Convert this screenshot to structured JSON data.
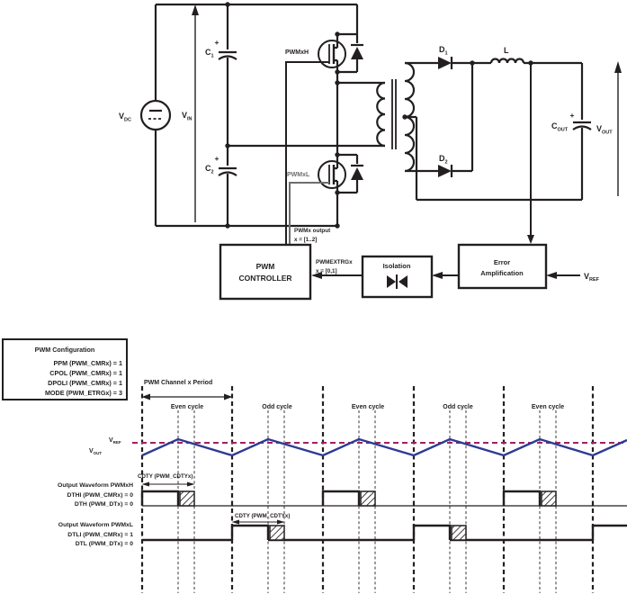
{
  "circuit": {
    "source": {
      "main": "V",
      "sub": "DC"
    },
    "vin": {
      "main": "V",
      "sub": "IN"
    },
    "c1": {
      "main": "C",
      "sub": "1",
      "plus": "+"
    },
    "c2": {
      "main": "C",
      "sub": "2",
      "plus": "+"
    },
    "mosfet_high_label": "PWMxH",
    "mosfet_low_label": "PWMxL",
    "d1": {
      "main": "D",
      "sub": "1"
    },
    "d2": {
      "main": "D",
      "sub": "2"
    },
    "inductor_label": "L",
    "cout": {
      "main": "C",
      "sub": "OUT",
      "plus": "+"
    },
    "vout": {
      "main": "V",
      "sub": "OUT"
    },
    "pwm_output_label": {
      "line1": "PWMx output",
      "line2": "x = [1..2]"
    },
    "controller": {
      "line1": "PWM",
      "line2": "CONTROLLER"
    },
    "ext_trigger_label": {
      "line1": "PWMEXTRGx",
      "line2": "x = [0,1]"
    },
    "isolation_label": "Isolation",
    "error_amp": {
      "line1": "Error",
      "line2": "Amplification"
    },
    "vref_right": {
      "main": "V",
      "sub": "REF"
    }
  },
  "config_box": {
    "title": "PWM Configuration",
    "lines": [
      "PPM (PWM_CMRx) = 1",
      "CPOL (PWM_CMRx) = 1",
      "DPOLI (PWM_CMRx) = 1",
      "MODE (PWM_ETRGx) = 3"
    ]
  },
  "waveform": {
    "period_label": "PWM Channel x Period",
    "cycle_labels": [
      "Even cycle",
      "Odd cycle",
      "Even cycle",
      "Odd cycle",
      "Even cycle"
    ],
    "vref": {
      "main": "V",
      "sub": "REF"
    },
    "vout": {
      "main": "V",
      "sub": "OUT"
    },
    "cdty_high_label": "CDTY (PWM_CDTYx)",
    "cdty_low_label": "CDTY (PWM_CDTYx)",
    "pwmxh": {
      "title": "Output Waveform PWMxH",
      "line2": "DTHI (PWM_CMRx) = 0",
      "line3": "DTH (PWM_DTx) = 0"
    },
    "pwmxl": {
      "title": "Output Waveform PWMxL",
      "line2": "DTLI (PWM_CMRx) = 1",
      "line3": "DTL (PWM_DTx) = 0"
    },
    "colors": {
      "vref_line": "#a21e62",
      "vout_wave": "#2e3a93",
      "ink": "#231f20",
      "gray_wire": "#6d6e71"
    }
  }
}
